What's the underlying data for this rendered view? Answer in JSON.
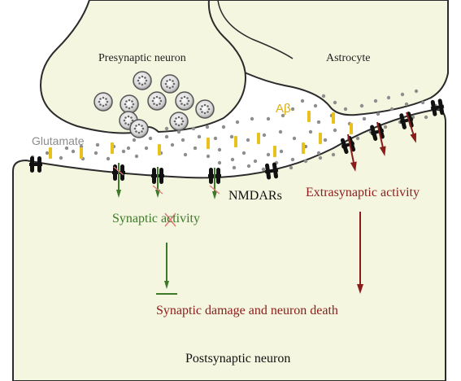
{
  "labels": {
    "presynaptic": "Presynaptic neuron",
    "astrocyte": "Astrocyte",
    "glutamate": "Glutamate",
    "abeta": "Aβ",
    "nmdars": "NMDARs",
    "extrasynaptic": "Extrasynaptic activity",
    "synaptic_activity": "Synaptic activity",
    "damage": "Synaptic damage and neuron death",
    "postsynaptic": "Postsynaptic neuron"
  },
  "colors": {
    "cell_fill": "#f4f6df",
    "outline": "#2b2b2b",
    "glutamate_dot": "#8e8e8e",
    "abeta_bar": "#e8c21c",
    "receptor": "#111111",
    "green": "#3c7a2a",
    "dark_red": "#8a1c1c",
    "label_gray": "#8c8c8c",
    "abeta_text": "#d8b012",
    "cross_mark": "#e07a7a"
  },
  "icons": {
    "vesicle": "synaptic-vesicle-icon",
    "receptor": "nmda-receptor-icon",
    "inhibition": "inhibition-arrow-icon"
  }
}
